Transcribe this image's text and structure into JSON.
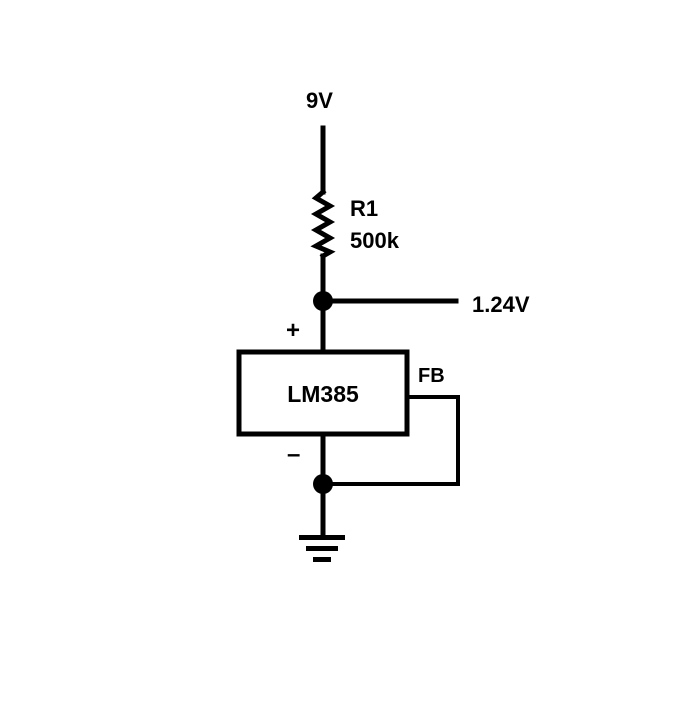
{
  "supply": {
    "voltage_label": "9V"
  },
  "resistor": {
    "ref": "R1",
    "value": "500k"
  },
  "output": {
    "voltage_label": "1.24V"
  },
  "ic": {
    "part": "LM385",
    "pin_plus": "+",
    "pin_minus": "–",
    "pin_fb": "FB"
  },
  "colors": {
    "ink": "#000000",
    "background": "#ffffff"
  },
  "icons": {
    "ground": "ground-symbol-icon",
    "junction": "junction-dot"
  }
}
